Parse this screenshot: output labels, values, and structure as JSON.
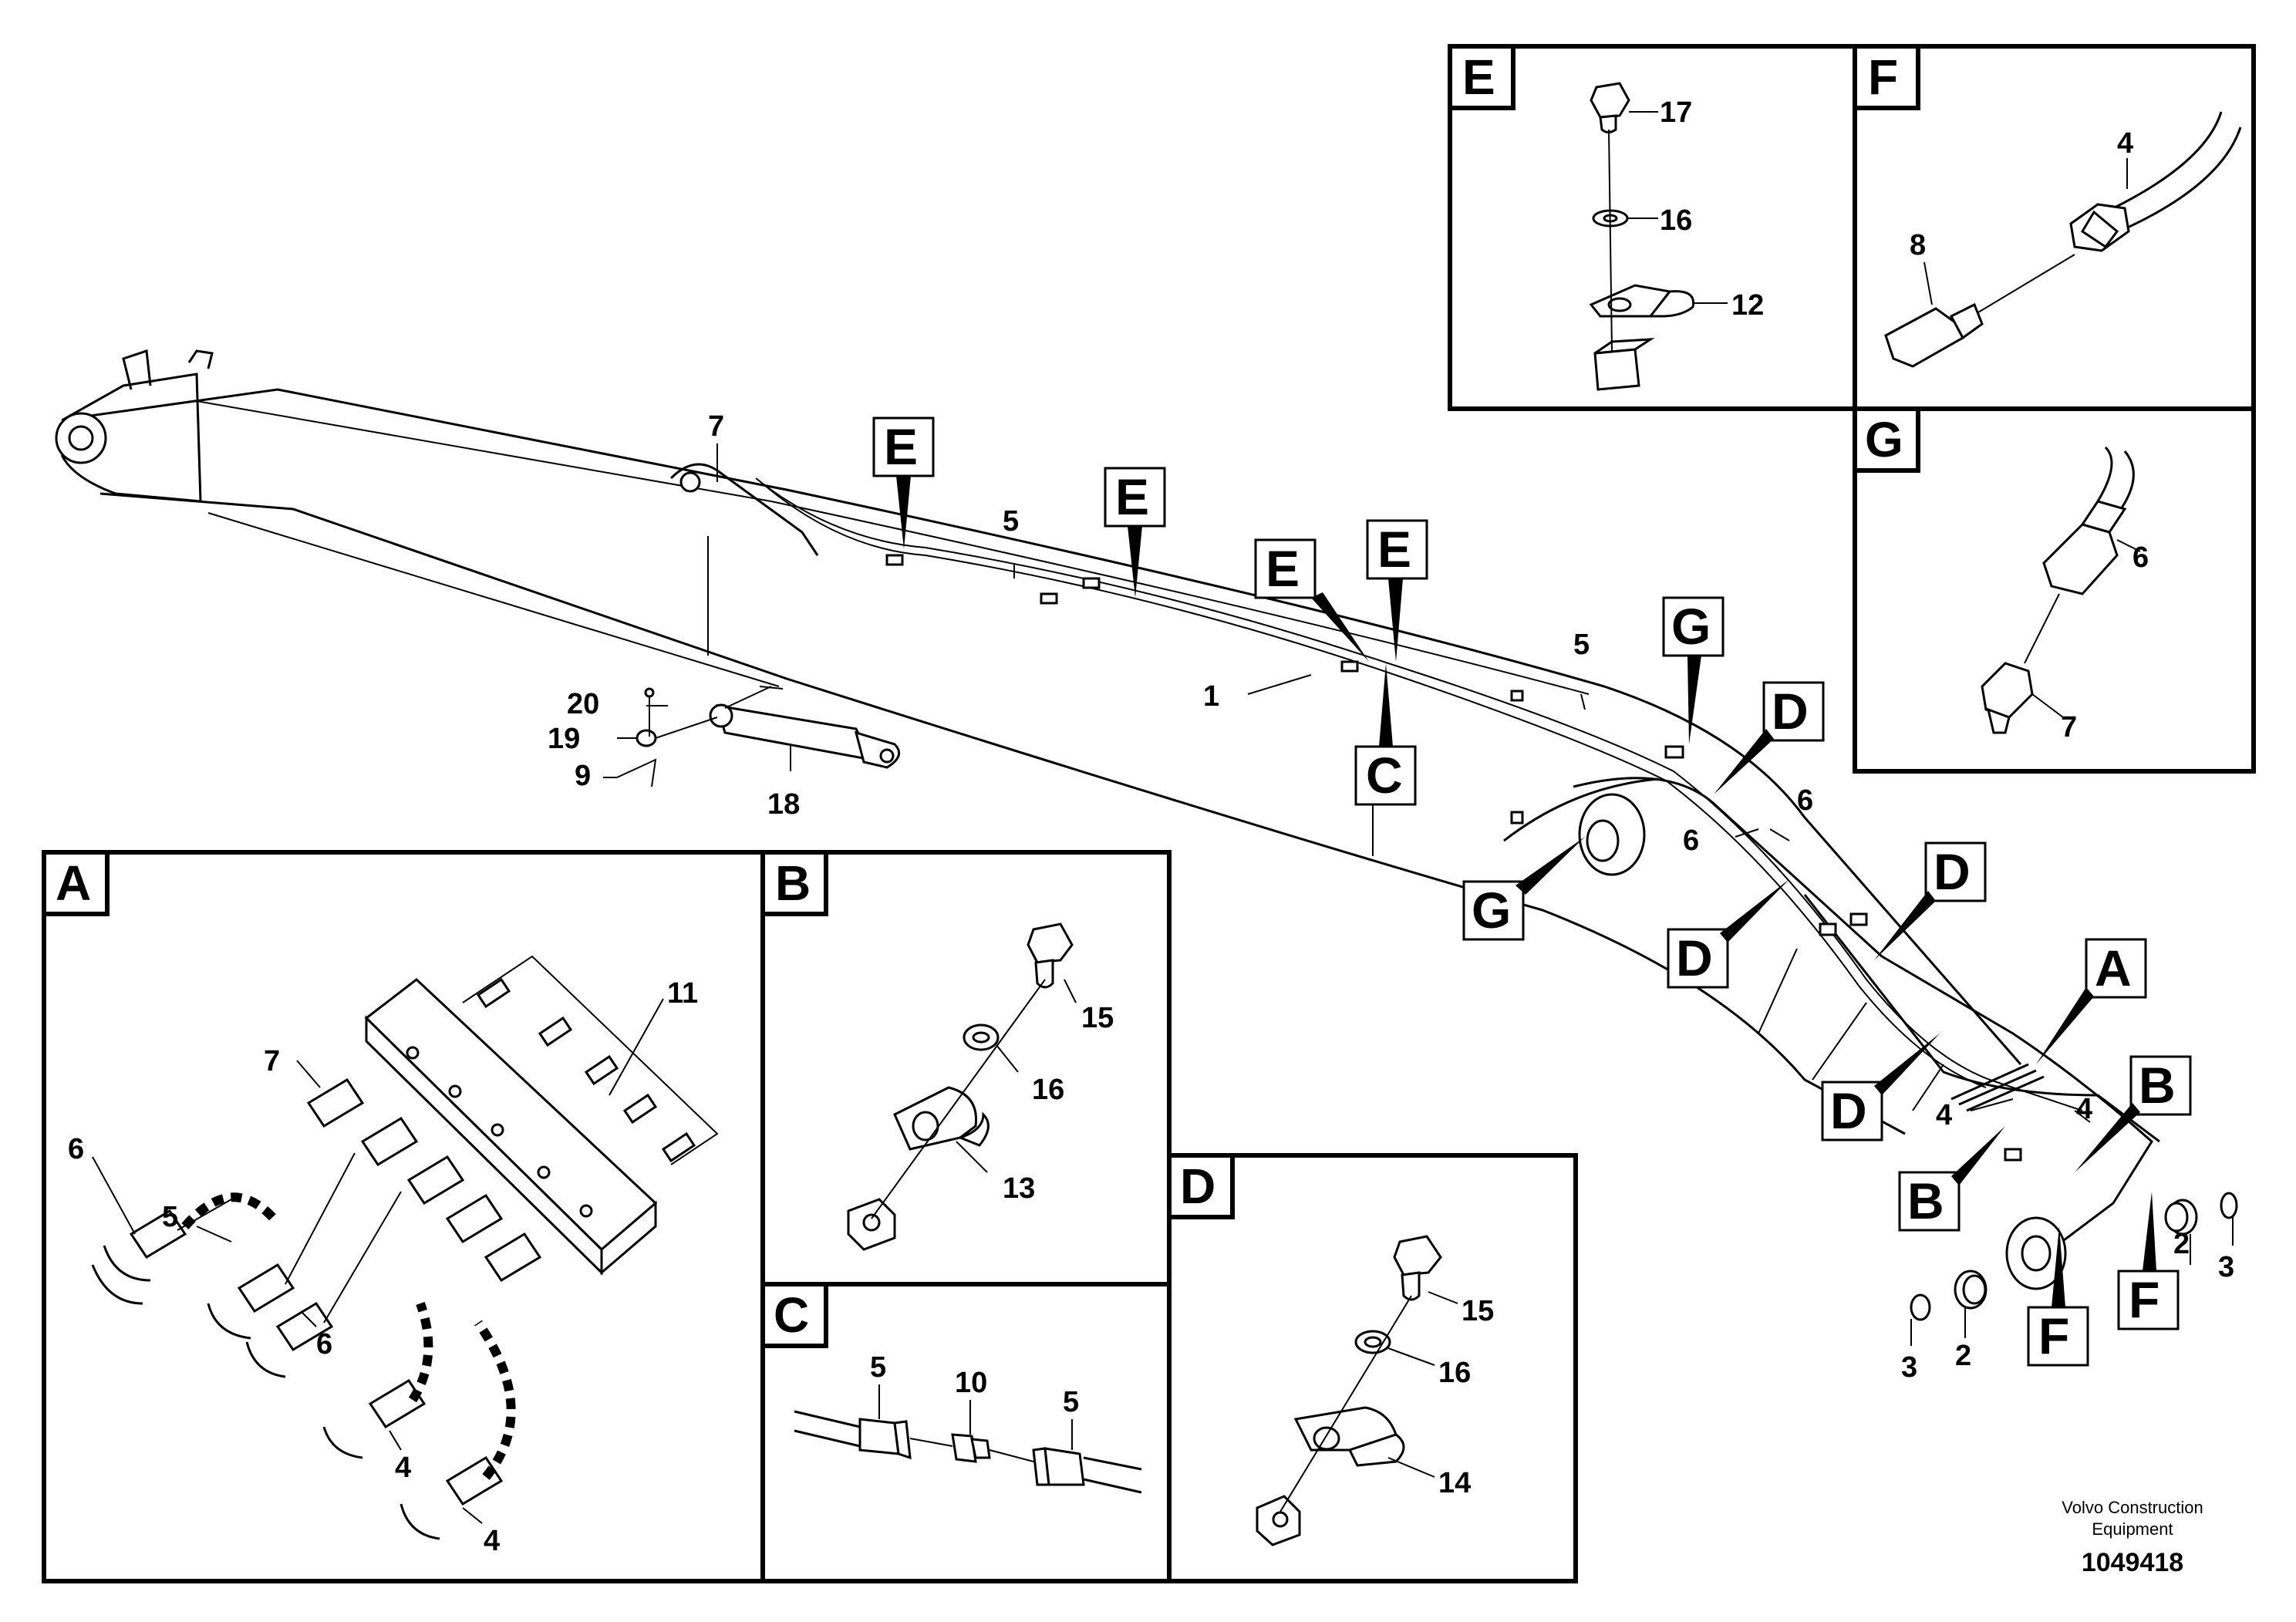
{
  "callouts": {
    "main": {
      "n1": "1",
      "n2a": "2",
      "n2b": "2",
      "n3a": "3",
      "n3b": "3",
      "n4a": "4",
      "n4b": "4",
      "n5a": "5",
      "n5b": "5",
      "n6a": "6",
      "n6b": "6",
      "n7": "7",
      "n9": "9",
      "n18": "18",
      "n19": "19",
      "n20": "20"
    },
    "tags": {
      "a": "A",
      "b1": "B",
      "b2": "B",
      "c": "C",
      "d1": "D",
      "d2": "D",
      "d3": "D",
      "d4": "D",
      "e1": "E",
      "e2": "E",
      "e3": "E",
      "e4": "E",
      "f1": "F",
      "f2": "F",
      "g1": "G",
      "g2": "G"
    }
  },
  "panels": {
    "a": {
      "tag": "A",
      "labels": {
        "n4a": "4",
        "n4b": "4",
        "n5": "5",
        "n6a": "6",
        "n6b": "6",
        "n7": "7",
        "n11": "11"
      }
    },
    "b": {
      "tag": "B",
      "labels": {
        "n13": "13",
        "n15": "15",
        "n16": "16"
      }
    },
    "c": {
      "tag": "C",
      "labels": {
        "n5a": "5",
        "n5b": "5",
        "n10": "10"
      }
    },
    "d": {
      "tag": "D",
      "labels": {
        "n14": "14",
        "n15": "15",
        "n16": "16"
      }
    },
    "e": {
      "tag": "E",
      "labels": {
        "n12": "12",
        "n16": "16",
        "n17": "17"
      }
    },
    "f": {
      "tag": "F",
      "labels": {
        "n4": "4",
        "n8": "8"
      }
    },
    "g": {
      "tag": "G",
      "labels": {
        "n6": "6",
        "n7": "7"
      }
    }
  },
  "footer": {
    "brand_line1": "Volvo Construction",
    "brand_line2": "Equipment",
    "doc_number": "1049418"
  }
}
